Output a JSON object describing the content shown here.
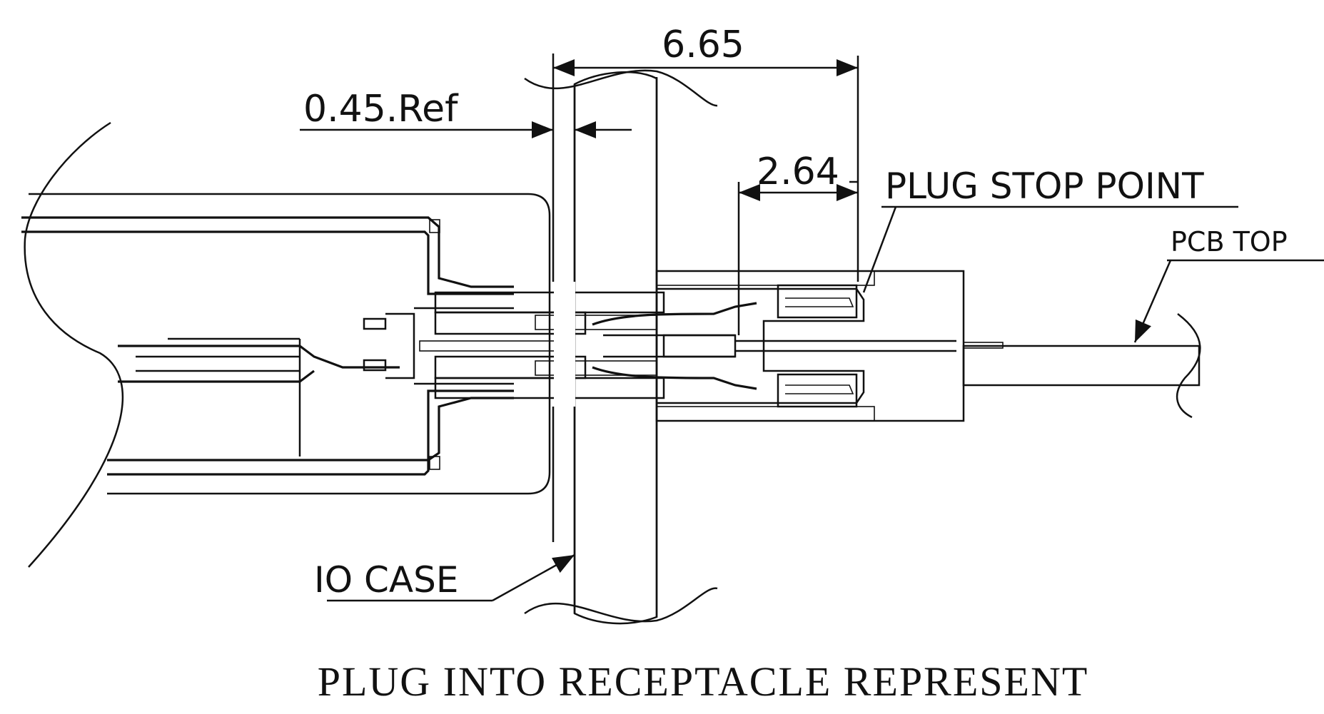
{
  "dimensions": {
    "overall": "6.65",
    "wall_offset": "0.45.Ref",
    "stop_depth": "2.64"
  },
  "labels": {
    "plug_stop_point": "PLUG STOP POINT",
    "pcb_top": "PCB TOP",
    "io_case": "IO CASE"
  },
  "caption": "PLUG INTO RECEPTACLE REPRESENT"
}
